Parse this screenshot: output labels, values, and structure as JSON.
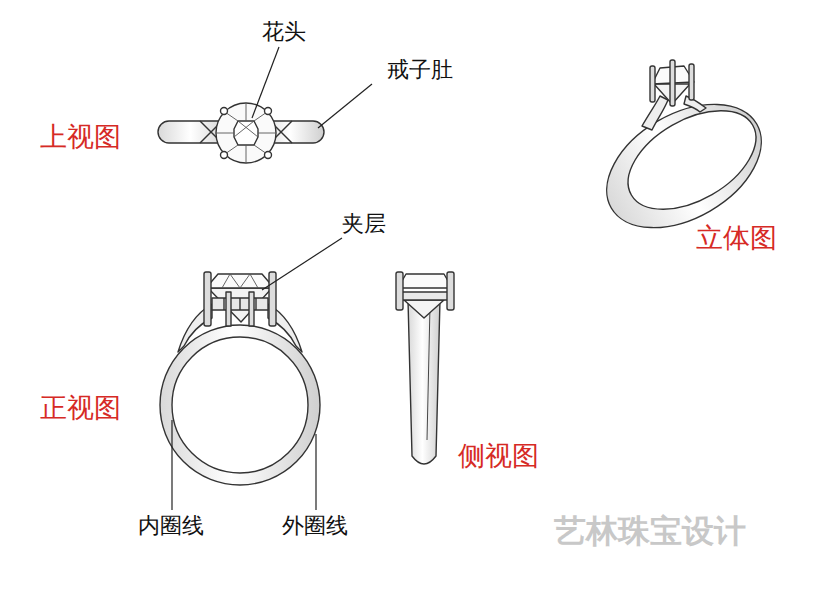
{
  "diagram": {
    "labels": [
      "花头",
      "戒子肚",
      "上视图",
      "夹层",
      "立体图",
      "正视图",
      "侧视图",
      "内圈线",
      "外圈线",
      "艺林珠宝设计"
    ]
  }
}
